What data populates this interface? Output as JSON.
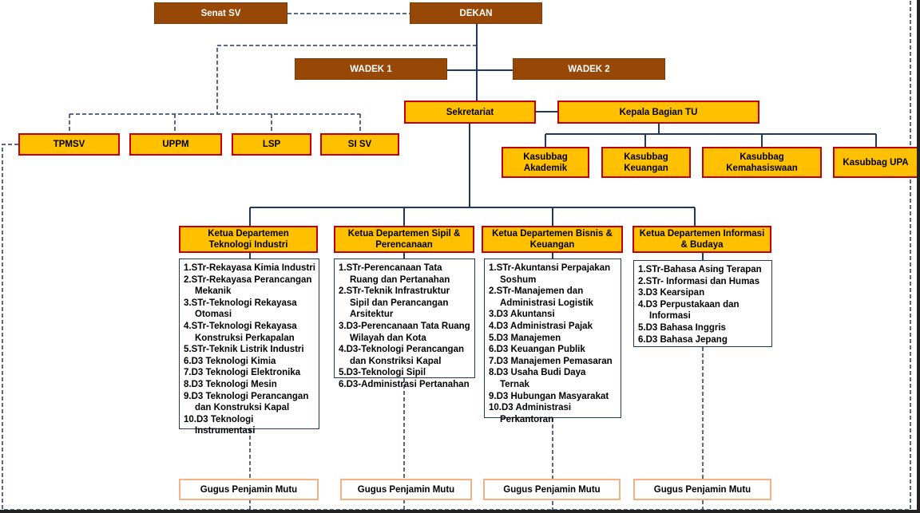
{
  "top": {
    "senat": "Senat SV",
    "dekan": "DEKAN",
    "wadek1": "WADEK 1",
    "wadek2": "WADEK 2"
  },
  "units": {
    "tpmsv": "TPMSV",
    "uppm": "UPPM",
    "lsp": "LSP",
    "sisv": "SI SV"
  },
  "admin": {
    "sekretariat": "Sekretariat",
    "kabag_tu": "Kepala Bagian TU",
    "kasubbag": [
      "Kasubbag Akademik",
      "Kasubbag Keuangan",
      "Kasubbag Kemahasiswaan",
      "Kasubbag UPA"
    ]
  },
  "departments": [
    {
      "title": "Ketua Departemen Teknologi Industri",
      "programs": [
        "1.STr-Rekayasa Kimia Industri",
        "2.STr-Rekayasa Perancangan Mekanik",
        "3.STr-Teknologi Rekayasa Otomasi",
        "4.STr-Teknologi Rekayasa Konstruksi Perkapalan",
        "5.STr-Teknik Listrik Industri",
        "6.D3 Teknologi Kimia",
        "7.D3 Teknologi Elektronika",
        "8.D3 Teknologi Mesin",
        "9.D3 Teknologi Perancangan dan Konstruksi Kapal",
        "10.D3 Teknologi Instrumentasi"
      ],
      "gpm": "Gugus Penjamin Mutu"
    },
    {
      "title": "Ketua Departemen Sipil & Perencanaan",
      "programs": [
        "1.STr-Perencanaan Tata Ruang dan Pertanahan",
        "2.STr-Teknik Infrastruktur Sipil dan Perancangan Arsitektur",
        "3.D3-Perencanaan Tata Ruang Wilayah dan Kota",
        "4.D3-Teknologi Perancangan dan Konstriksi Kapal",
        "5.D3-Teknologi Sipil",
        "6.D3-Administrasi Pertanahan"
      ],
      "gpm": "Gugus Penjamin Mutu"
    },
    {
      "title": "Ketua Departemen Bisnis & Keuangan",
      "programs": [
        "1.STr-Akuntansi Perpajakan Soshum",
        "2.STr-Manajemen dan Administrasi Logistik",
        "3.D3 Akuntansi",
        "4.D3 Administrasi Pajak",
        "5.D3 Manajemen",
        "6.D3 Keuangan Publik",
        "7.D3 Manajemen Pemasaran",
        "8.D3 Usaha Budi Daya Ternak",
        "9.D3 Hubungan Masyarakat",
        "10.D3 Administrasi Perkantoran"
      ],
      "gpm": "Gugus Penjamin Mutu"
    },
    {
      "title": "Ketua Departemen Informasi & Budaya",
      "programs": [
        "1.STr-Bahasa Asing Terapan",
        "2.STr- Informasi dan Humas",
        "3.D3 Kearsipan",
        "4.D3 Perpustakaan dan Informasi",
        "5.D3 Bahasa Inggris",
        "6.D3 Bahasa Jepang"
      ],
      "gpm": "Gugus Penjamin Mutu"
    }
  ],
  "colors": {
    "brown_box": "#974806",
    "gold_box": "#ffc000",
    "gold_border": "#c00000",
    "line_navy": "#1f3864",
    "gpm_border": "#f4b183"
  }
}
